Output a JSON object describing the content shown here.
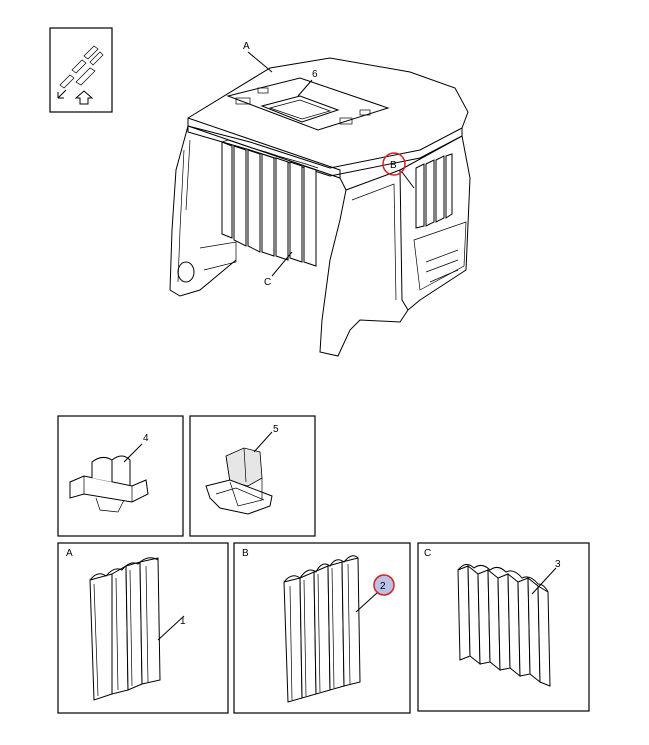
{
  "callouts": {
    "cab": "A",
    "roof_part": "6",
    "side_curtain_callout": "B",
    "rear_curtain_callout": "C",
    "clip_a": "4",
    "clip_b": "5",
    "curtain_a": "1",
    "curtain_b": "2",
    "curtain_c": "3"
  },
  "panels": {
    "detail_a_title": "A",
    "detail_b_title": "B",
    "detail_c_title": "C"
  },
  "icons": {
    "orientation_icon": "forward-arrow-icon"
  },
  "colors": {
    "highlight_circle": "#d62020",
    "highlight_fill": "#b9c2e6"
  }
}
